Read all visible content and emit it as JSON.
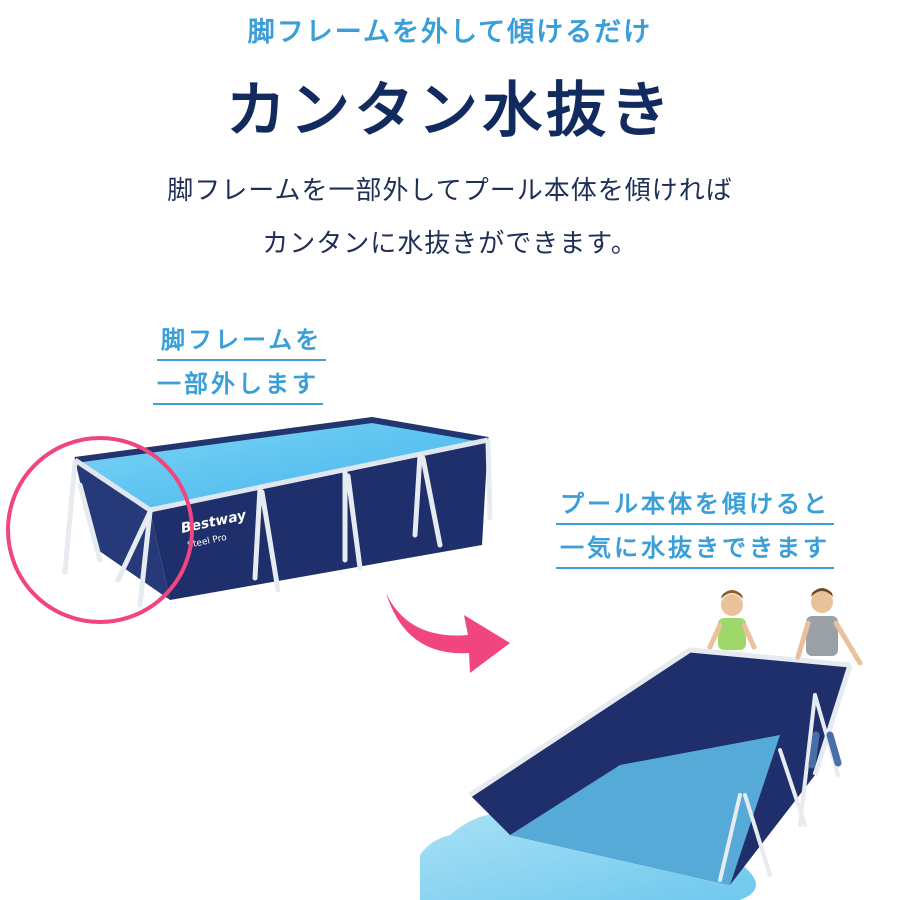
{
  "header": {
    "eyebrow": "脚フレームを外して傾けるだけ",
    "headline": "カンタン水抜き"
  },
  "description": {
    "line1": "脚フレームを一部外してプール本体を傾ければ",
    "line2": "カンタンに水抜きができます。"
  },
  "callouts": {
    "left": [
      "脚フレームを",
      "一部外します"
    ],
    "right": [
      "プール本体を傾けると",
      "一気に水抜きできます"
    ]
  },
  "pool_panel_text": [
    "Bestway",
    "Steel Pro"
  ],
  "colors": {
    "accent_blue": "#3a9fd9",
    "navy": "#122b5e",
    "pink": "#f0457f",
    "pool_navy": "#1f2f6b",
    "water": "#56c2ef"
  },
  "icons": [
    "highlight-circle",
    "arrow-right-icon"
  ]
}
